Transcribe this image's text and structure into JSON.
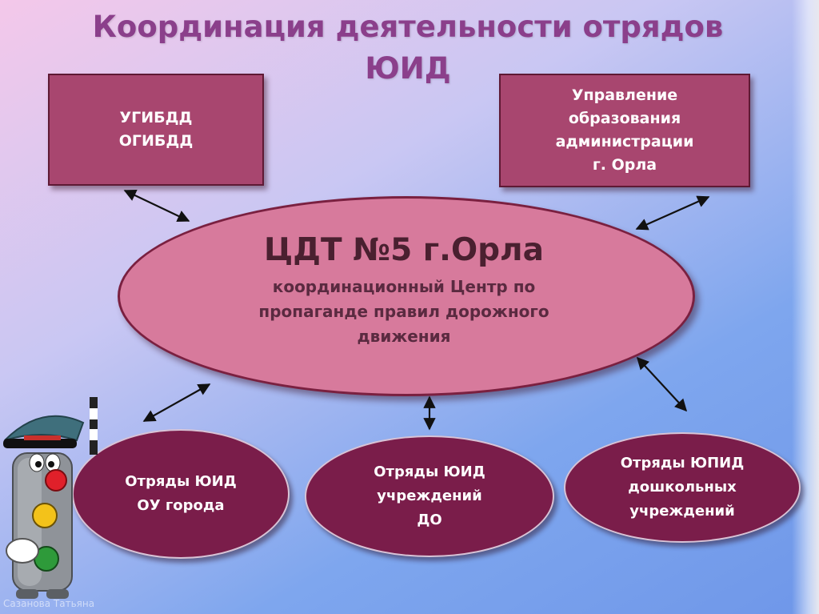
{
  "title": "Координация деятельности отрядов ЮИД",
  "nodes": {
    "top_left": "УГИБДД\nОГИБДД",
    "top_right": "Управление\nобразования\nадминистрации\nг. Орла",
    "center_title": "ЦДТ №5 г.Орла",
    "center_subtitle": "координационный Центр по\nпропаганде  правил дорожного\nдвижения",
    "bottom_left": "Отряды ЮИД\nОУ города",
    "bottom_middle": "Отряды ЮИД\nучреждений\nДО",
    "bottom_right": "Отряды ЮПИД\nдошкольных\nучреждений"
  },
  "credit": "Сазанова Татьяна",
  "colors": {
    "box_fill": "#a8466f",
    "ellipse_fill": "#d77a9c",
    "oval_fill": "#7a1d4a",
    "title_color": "#8b3f8b"
  },
  "icons": [
    "traffic-light-mascot-icon"
  ]
}
